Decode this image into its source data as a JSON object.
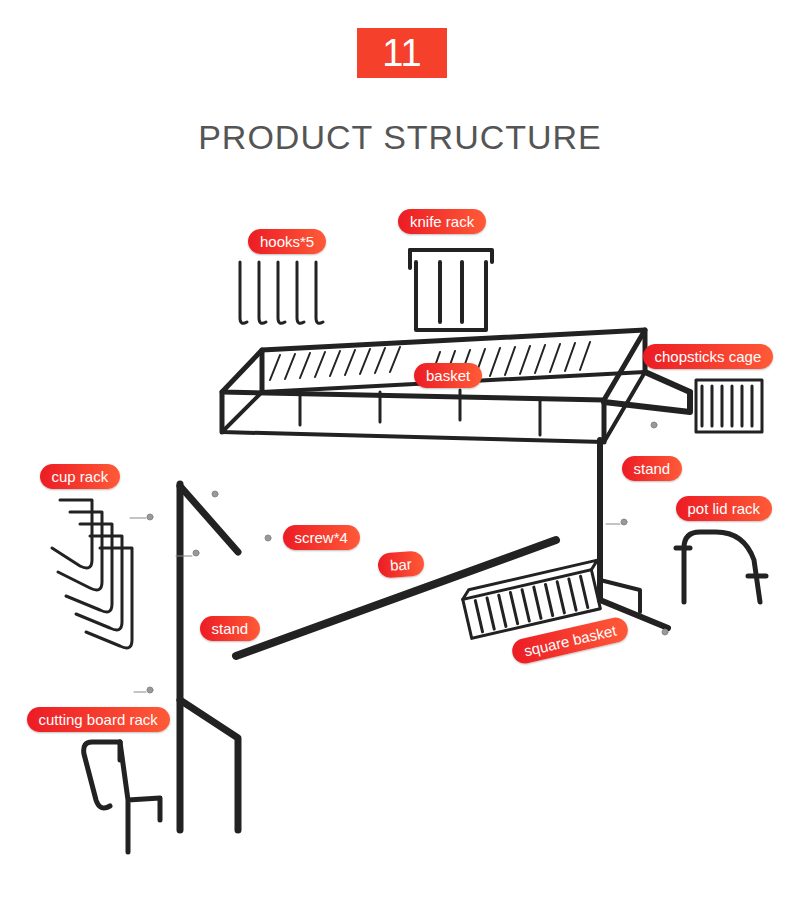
{
  "diagram": {
    "title": "PRODUCT STRUCTURE",
    "nodes": [
      {
        "text": [
          "11"
        ]
      },
      {
        "text": [
          "hooks*5"
        ]
      },
      {
        "text": [
          "knife rack"
        ]
      },
      {
        "text": [
          "basket"
        ]
      },
      {
        "text": [
          "chopsticks cage"
        ]
      },
      {
        "text": [
          "stand"
        ]
      },
      {
        "text": [
          "cup rack"
        ]
      },
      {
        "text": [
          "pot lid rack"
        ]
      },
      {
        "text": [
          "screw*4"
        ]
      },
      {
        "text": [
          "bar"
        ]
      },
      {
        "text": [
          "stand"
        ]
      },
      {
        "text": [
          "square basket"
        ]
      },
      {
        "text": [
          "cutting board rack"
        ]
      }
    ]
  }
}
